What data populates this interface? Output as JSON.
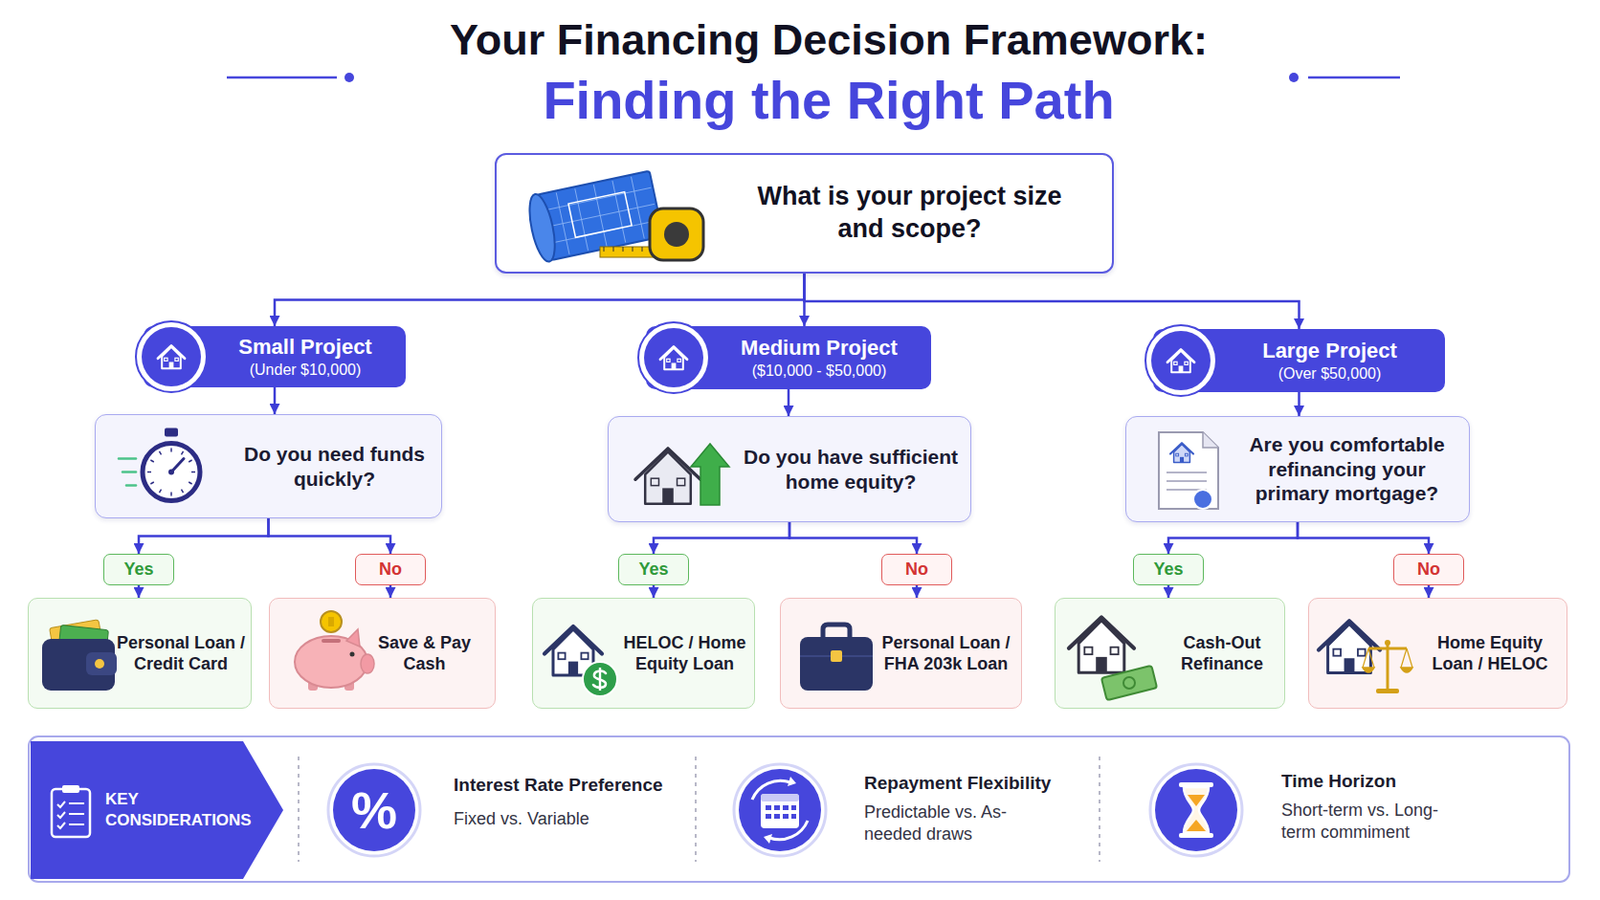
{
  "diagram": {
    "title": "Your Financing Decision Framework:",
    "nodes": [
      {
        "text": [
          "What is your project size and scope?"
        ]
      },
      {
        "text": [
          "Small Project",
          "(Under $10,000)"
        ]
      },
      {
        "text": [
          "Medium Project",
          "($10,000 - $50,000)"
        ]
      },
      {
        "text": [
          "Large Project",
          "(Over $50,000)"
        ]
      },
      {
        "text": [
          "Do you need funds quickly?"
        ]
      },
      {
        "text": [
          "Do you have sufficient home equity?"
        ]
      },
      {
        "text": [
          "Are you comfortable refinancing your primary mortgage?"
        ]
      },
      {
        "text": [
          "Yes"
        ]
      },
      {
        "text": [
          "No"
        ]
      },
      {
        "text": [
          "Yes"
        ]
      },
      {
        "text": [
          "No"
        ]
      },
      {
        "text": [
          "Yes"
        ]
      },
      {
        "text": [
          "No"
        ]
      },
      {
        "text": [
          "Personal Loan / Credit Card"
        ]
      },
      {
        "text": [
          "Save & Pay Cash"
        ]
      },
      {
        "text": [
          "HELOC / Home Equity Loan"
        ]
      },
      {
        "text": [
          "Personal Loan / FHA 203k Loan"
        ]
      },
      {
        "text": [
          "Cash-Out Refinance"
        ]
      },
      {
        "text": [
          "Home Equity Loan / HELOC"
        ]
      },
      {
        "text": [
          "KEY CONSIDERATIONS"
        ]
      }
    ],
    "edges": [
      {
        "from": 0,
        "to": 1,
        "arrow": "to"
      },
      {
        "from": 0,
        "to": 2,
        "arrow": "to"
      },
      {
        "from": 0,
        "to": 3,
        "arrow": "to"
      },
      {
        "from": 1,
        "to": 4,
        "arrow": "to"
      },
      {
        "from": 2,
        "to": 5,
        "arrow": "to"
      },
      {
        "from": 3,
        "to": 6,
        "arrow": "to"
      },
      {
        "from": 4,
        "to": 7,
        "arrow": "to"
      },
      {
        "from": 4,
        "to": 8,
        "arrow": "to"
      },
      {
        "from": 5,
        "to": 9,
        "arrow": "to"
      },
      {
        "from": 5,
        "to": 10,
        "arrow": "to"
      },
      {
        "from": 6,
        "to": 11,
        "arrow": "to"
      },
      {
        "from": 6,
        "to": 12,
        "arrow": "to"
      },
      {
        "from": 7,
        "to": 13,
        "arrow": "to"
      },
      {
        "from": 8,
        "to": 14,
        "arrow": "to"
      },
      {
        "from": 9,
        "to": 15,
        "arrow": "to"
      },
      {
        "from": 10,
        "to": 16,
        "arrow": "to"
      },
      {
        "from": 11,
        "to": 17,
        "arrow": "to"
      },
      {
        "from": 12,
        "to": 18,
        "arrow": "to"
      }
    ],
    "labels": [
      "Finding the Right Path",
      "%",
      "Interest Rate Preference",
      "Fixed vs. Variable",
      "Repayment Flexibility",
      "Predictable vs. As-needed draws",
      "Time Horizon",
      "Short-term vs. Long-term commiment"
    ]
  }
}
